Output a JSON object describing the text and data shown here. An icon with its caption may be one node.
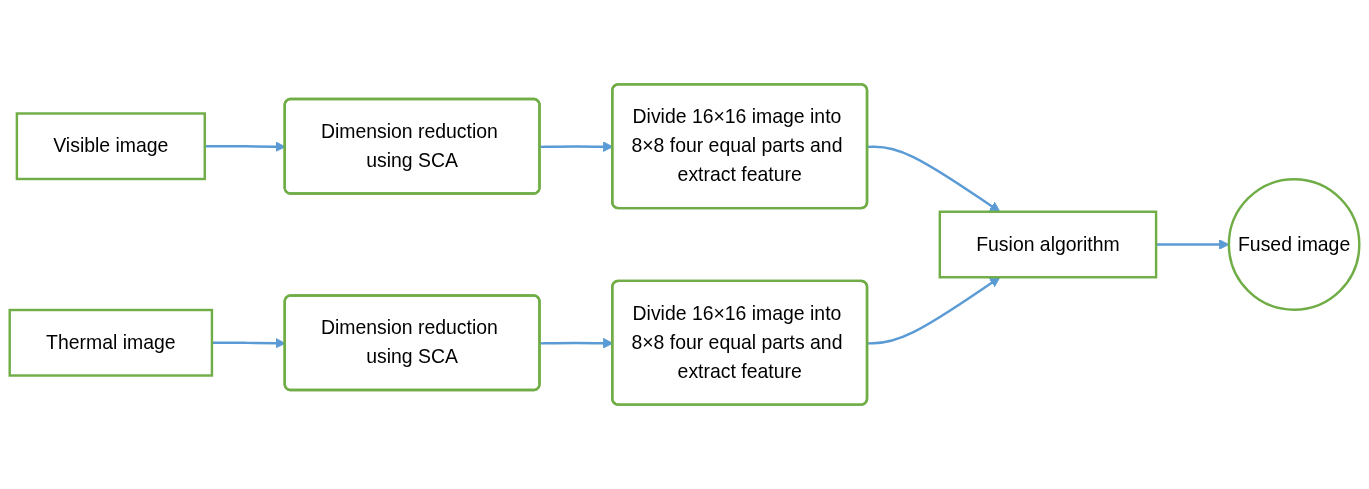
{
  "diagram": {
    "nodes": [
      {
        "text": [
          "Visible image"
        ]
      },
      {
        "text": [
          "Dimension reduction using SCA"
        ]
      },
      {
        "text": [
          "Divide 16×16 image into 8×8 four equal parts and extract feature"
        ]
      },
      {
        "text": [
          "Fusion algorithm"
        ]
      },
      {
        "text": [
          "Fused image"
        ]
      },
      {
        "text": [
          "Thermal image"
        ]
      },
      {
        "text": [
          "Dimension reduction using SCA"
        ]
      },
      {
        "text": [
          "Divide 16×16 image into 8×8 four equal parts and extract feature"
        ]
      }
    ],
    "edges": [
      {
        "from": 0,
        "to": 1,
        "arrow": "to"
      },
      {
        "from": 1,
        "to": 2,
        "arrow": "to"
      },
      {
        "from": 2,
        "to": 3,
        "arrow": "to"
      },
      {
        "from": 3,
        "to": 4,
        "arrow": "to"
      },
      {
        "from": 5,
        "to": 6,
        "arrow": "to"
      },
      {
        "from": 6,
        "to": 7,
        "arrow": "to"
      },
      {
        "from": 7,
        "to": 3,
        "arrow": "to"
      }
    ]
  }
}
